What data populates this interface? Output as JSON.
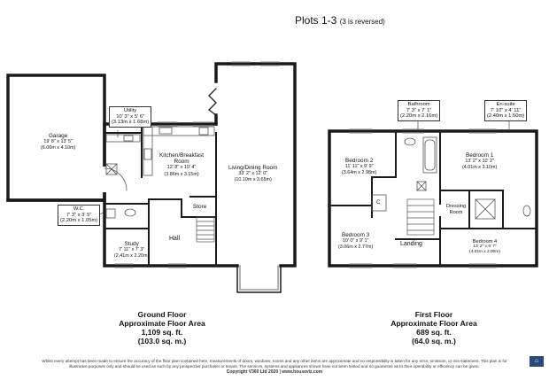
{
  "title": {
    "main": "Plots 1-3",
    "note": "(3 is reversed)"
  },
  "ground_floor": {
    "rooms": {
      "garage": {
        "name": "Garage",
        "dims": "19' 8\" x 13' 5\"",
        "metric": "(6.00m x 4.10m)"
      },
      "utility": {
        "name": "Utility",
        "dims": "10' 3\" x 5' 6\"",
        "metric": "(3.13m x 1.68m)"
      },
      "kitchen": {
        "name": "Kitchen/Breakfast",
        "name2": "Room",
        "dims": "12' 8\" x 10' 4\"",
        "metric": "(3.86m x 3.15m)"
      },
      "living": {
        "name": "Living/Dining Room",
        "dims": "33' 2\" x 12' 0\"",
        "metric": "(10.10m x 3.65m)"
      },
      "wc": {
        "name": "W.C.",
        "dims": "7' 3\" x 3' 5\"",
        "metric": "(2.20m x 1.05m)"
      },
      "store": {
        "name": "Store"
      },
      "hall": {
        "name": "Hall"
      },
      "study": {
        "name": "Study",
        "dims": "7' 11\" x 7' 3\"",
        "metric": "(2.41m x 2.20m)"
      }
    },
    "label": "Ground Floor",
    "area_label": "Approximate Floor Area",
    "sqft": "1,109 sq. ft.",
    "sqm": "(103.0 sq. m.)"
  },
  "first_floor": {
    "rooms": {
      "bathroom": {
        "name": "Bathroom",
        "dims": "7' 3\" x 7' 1\"",
        "metric": "(2.20m x 2.16m)"
      },
      "ensuite": {
        "name": "En-suite",
        "dims": "7' 10\" x 4' 11\"",
        "metric": "(2.40m x 1.50m)"
      },
      "bed2": {
        "name": "Bedroom 2",
        "dims": "11' 11\" x 9' 9\"",
        "metric": "(3.64m x 2.98m)"
      },
      "bed1": {
        "name": "Bedroom 1",
        "dims": "13' 2\" x 10' 2\"",
        "metric": "(4.01m x 3.10m)"
      },
      "dressing": {
        "name": "Dressing",
        "name2": "Room"
      },
      "cupboard": {
        "name": "C"
      },
      "bed3": {
        "name": "Bedroom 3",
        "dims": "10' 0\" x 9' 1\"",
        "metric": "(3.06m x 2.77m)"
      },
      "landing": {
        "name": "Landing"
      },
      "bed4": {
        "name": "Bedroom 4",
        "dims": "13' 2\" x 6' 7\"",
        "metric": "(4.01m x 2.00m)"
      }
    },
    "label": "First Floor",
    "area_label": "Approximate Floor Area",
    "sqft": "689 sq. ft.",
    "sqm": "(64.0 sq. m.)"
  },
  "disclaimer": {
    "line1": "Whilst every attempt has been made to ensure the accuracy of the floor plan contained here, measurements of doors, windows, rooms and any other items are approximate and no responsibility is taken for any error, omission, or mis-statement. This plan is for",
    "line2": "illustrative purposes only and should be used as such by any prospective purchaser or tenant. The services, systems and appliances shown have not been tested and no guarantee as to their operability or efficiency can be given.",
    "copyright": "Copyright V360 Ltd 2020 | www.houseviz.com"
  },
  "colors": {
    "wall": "#1a1a1a",
    "window": "#9a9a9a",
    "fixture": "#555555"
  }
}
